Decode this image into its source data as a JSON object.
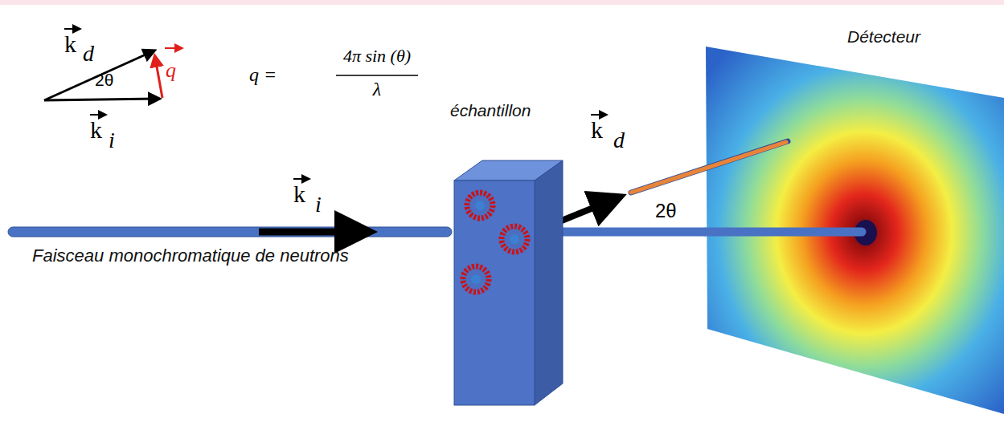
{
  "diagram": {
    "nodes": [
      {
        "text": [
          "échantillon"
        ]
      },
      {
        "text": [
          "Détecteur"
        ]
      }
    ],
    "edges": [
      {
        "from": 0,
        "to": 1,
        "arrow": "none"
      }
    ],
    "labels": [
      "k",
      "d",
      "2θ",
      "q",
      "k",
      "i",
      "q =",
      "4π sin (θ)",
      "λ",
      "k",
      "i",
      "Faisceau monochromatique de neutrons",
      "k",
      "d",
      "2θ"
    ]
  }
}
